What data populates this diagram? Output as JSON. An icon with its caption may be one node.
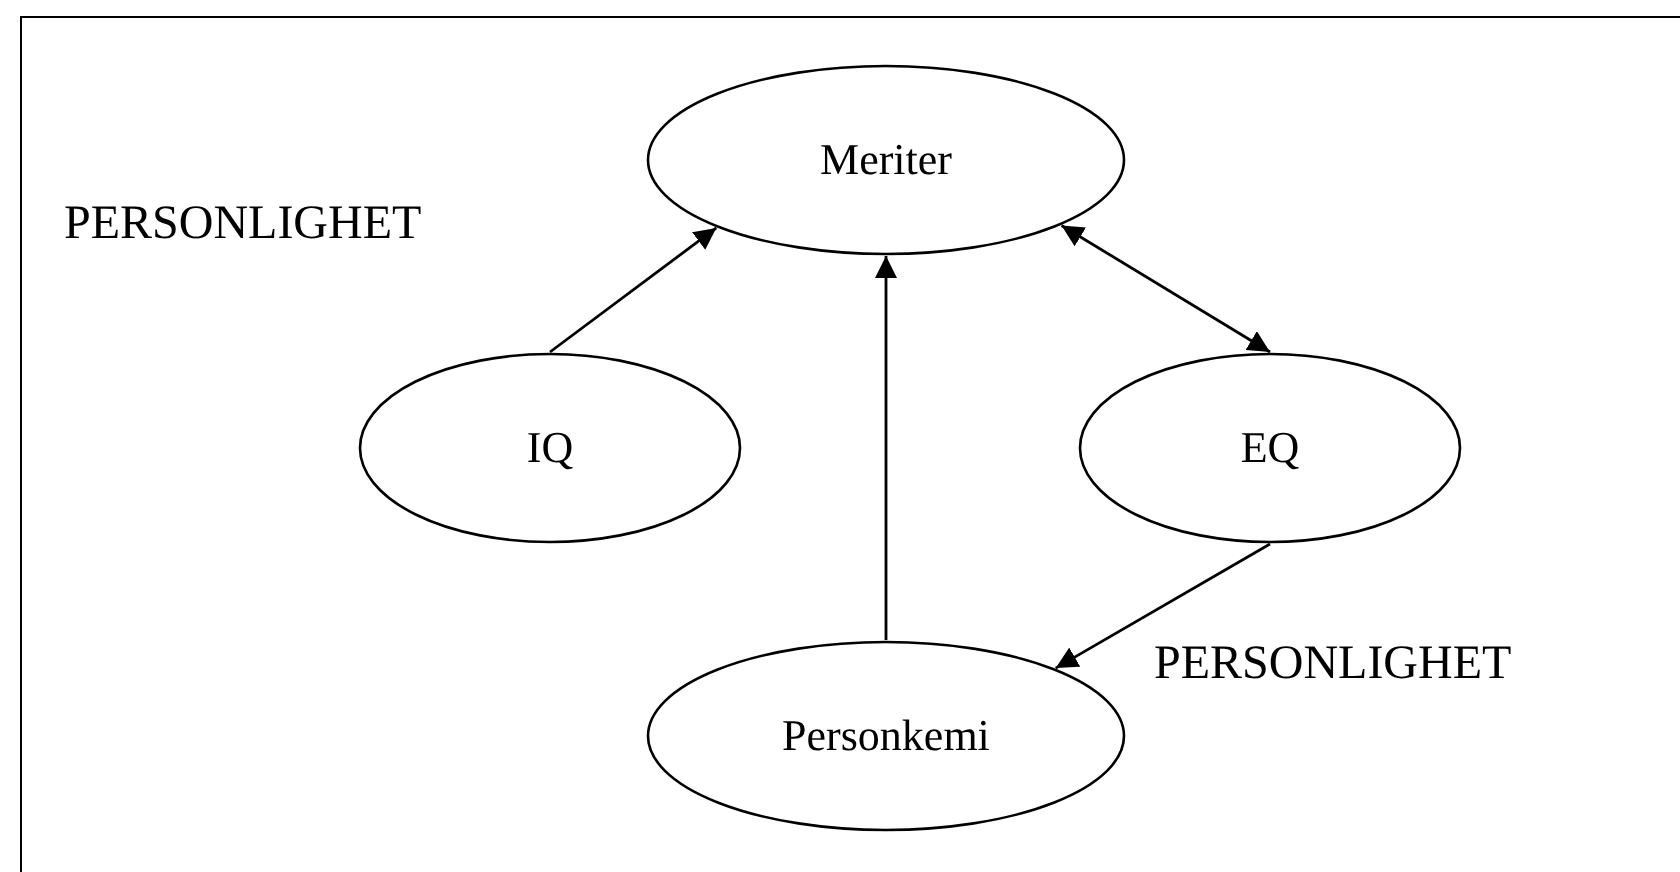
{
  "diagram": {
    "nodes": [
      {
        "text": [
          "Meriter"
        ]
      },
      {
        "text": [
          "IQ"
        ]
      },
      {
        "text": [
          "EQ"
        ]
      },
      {
        "text": [
          "Personkemi"
        ]
      }
    ],
    "edges": [
      {
        "from": 1,
        "to": 0,
        "arrow": "to"
      },
      {
        "from": 3,
        "to": 0,
        "arrow": "to"
      },
      {
        "from": 0,
        "to": 2,
        "arrow": "both"
      },
      {
        "from": 2,
        "to": 3,
        "arrow": "to"
      }
    ],
    "labels": [
      "PERSONLIGHET",
      "PERSONLIGHET"
    ]
  }
}
